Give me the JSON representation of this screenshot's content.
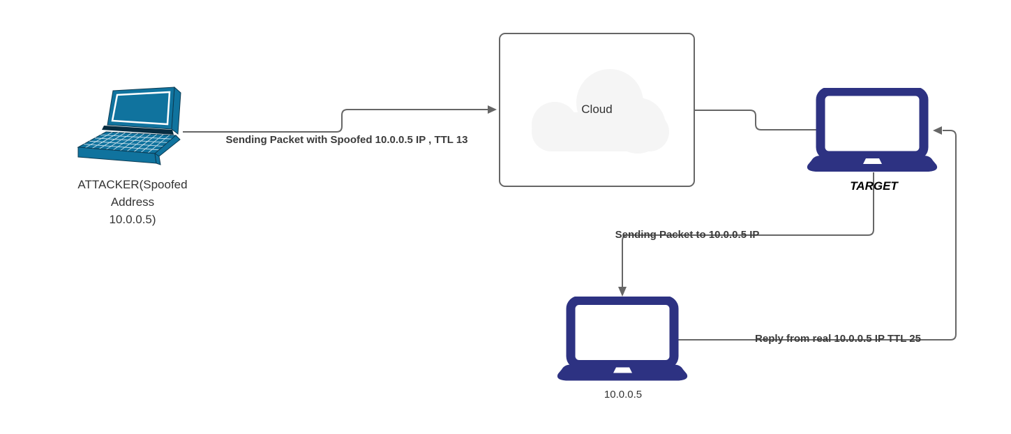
{
  "diagram": {
    "type": "network-attack-flow",
    "colors": {
      "attacker_laptop": "#10739E",
      "host_laptop": "#2D3282",
      "connector": "#666666",
      "edge_label_text": "#3b3b3b",
      "node_label_text": "#333333",
      "cloud_fill": "#F5F5F5",
      "cloud_border": "#666666"
    },
    "nodes": {
      "attacker": {
        "label": "ATTACKER(Spoofed\nAddress\n10.0.0.5)"
      },
      "cloud": {
        "label": "Cloud"
      },
      "target": {
        "label": "TARGET"
      },
      "real_host": {
        "label": "10.0.0.5"
      }
    },
    "edges": {
      "attacker_to_cloud": {
        "from": "attacker",
        "to": "cloud",
        "label": "Sending Packet with Spoofed 10.0.0.5 IP , TTL 13"
      },
      "cloud_to_target": {
        "from": "cloud",
        "to": "target"
      },
      "target_to_real_host": {
        "from": "target",
        "to": "real_host",
        "label": "Sending Packet to 10.0.0.5 IP"
      },
      "real_host_to_target": {
        "from": "real_host",
        "to": "target",
        "label": "Reply from real 10.0.0.5 IP TTL 25"
      }
    }
  }
}
